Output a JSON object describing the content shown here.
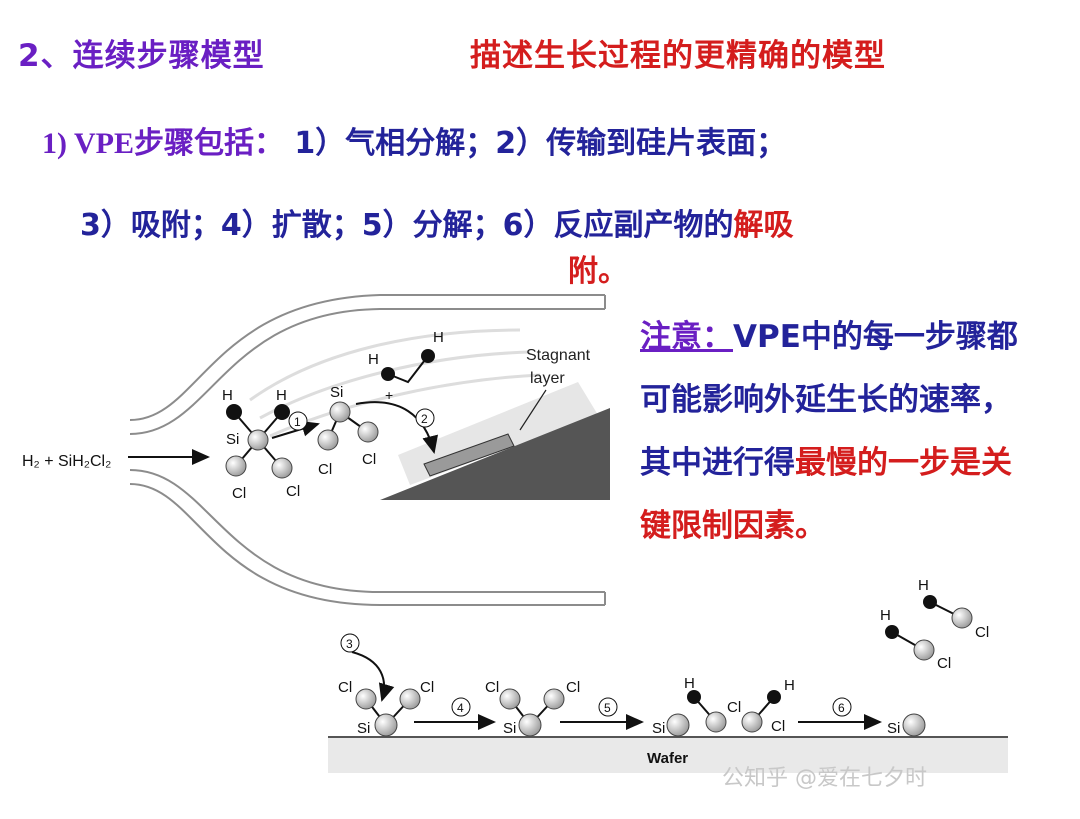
{
  "title": {
    "left": "2、连续步骤模型",
    "right": "描述生长过程的更精确的模型"
  },
  "vpe": {
    "lead": "1) VPE步骤包括：",
    "steps_a": "1）气相分解；2）传输到硅片表面；",
    "steps_b_normal": "3）吸附；4）扩散；5）分解；6）反应副产物的",
    "steps_b_red": "解吸",
    "steps_b_red2": "附。"
  },
  "note": {
    "label": "注意：",
    "text1": "VPE中的每一步骤都可能影响外延生长的速率，其中进行得",
    "text_red": "最慢的一步是关键限制因素。"
  },
  "diagram": {
    "inlet_label": "H₂ + SiH₂Cl₂",
    "stagnant": "Stagnant",
    "layer": "layer",
    "wafer": "Wafer",
    "si": "Si",
    "h": "H",
    "cl": "Cl",
    "plus": "+",
    "step1": "1",
    "step2": "2",
    "step3": "3",
    "step4": "4",
    "step5": "5",
    "step6": "6"
  },
  "watermark": "公知乎 @爱在七夕时"
}
